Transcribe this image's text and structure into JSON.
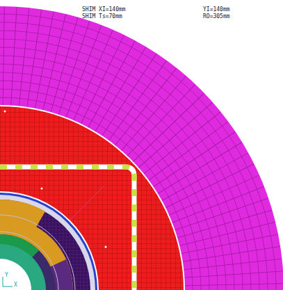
{
  "diagram": {
    "labels": [
      "SHIM XI=140mm",
      "YI=140mm",
      "SHIM Ts=70mm",
      "RO=305mm",
      "Y",
      "X"
    ]
  }
}
